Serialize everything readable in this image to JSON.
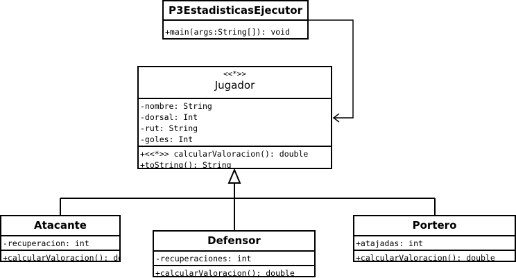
{
  "diagram": {
    "type": "uml-class-diagram",
    "classes": {
      "ejecutor": {
        "name": "P3EstadisticasEjecutor",
        "methods": [
          "+main(args:String[]): void"
        ]
      },
      "jugador": {
        "stereotype": "<<*>>",
        "name": "Jugador",
        "attributes": [
          "-nombre: String",
          "-dorsal: Int",
          "-rut: String",
          "-goles: Int"
        ],
        "methods": [
          "+<<*>> calcularValoracion(): double",
          "+toString(): String"
        ]
      },
      "atacante": {
        "name": "Atacante",
        "attributes": [
          "-recuperacion: int"
        ],
        "methods": [
          "+calcularValoracion(): double"
        ]
      },
      "defensor": {
        "name": "Defensor",
        "attributes": [
          "-recuperaciones: int"
        ],
        "methods": [
          "+calcularValoracion(): double"
        ]
      },
      "portero": {
        "name": "Portero",
        "attributes": [
          "+atajadas: int"
        ],
        "methods": [
          "+calcularValoracion(): double"
        ]
      }
    },
    "relations": [
      {
        "type": "dependency",
        "from": "P3EstadisticasEjecutor",
        "to": "Jugador"
      },
      {
        "type": "generalization",
        "from": "Atacante",
        "to": "Jugador"
      },
      {
        "type": "generalization",
        "from": "Defensor",
        "to": "Jugador"
      },
      {
        "type": "generalization",
        "from": "Portero",
        "to": "Jugador"
      }
    ]
  }
}
